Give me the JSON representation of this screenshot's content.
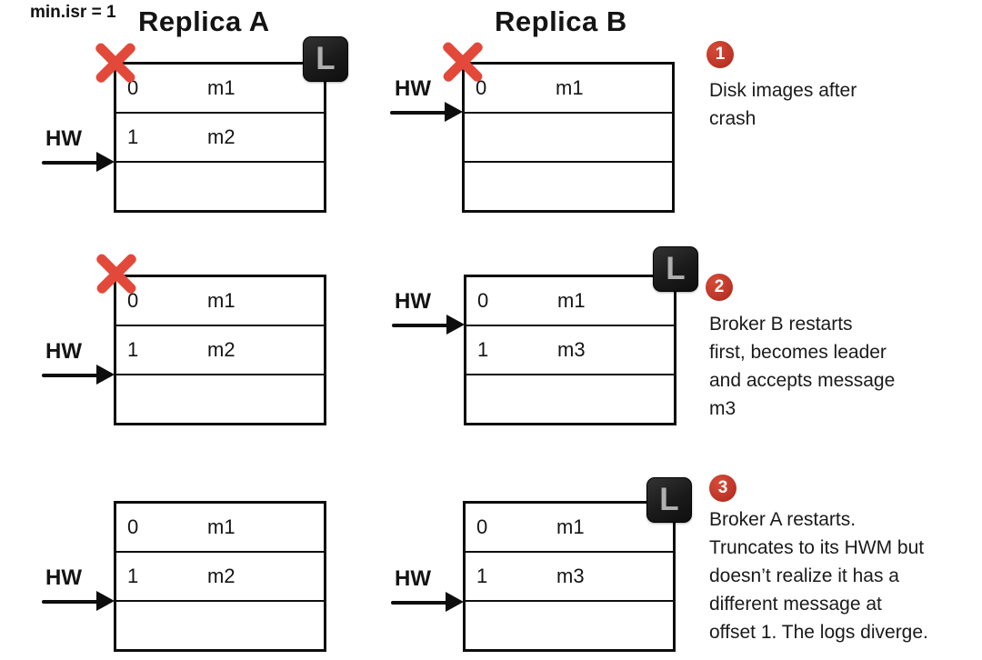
{
  "header": {
    "config_label": "min.isr = 1",
    "replica_a_title": "Replica A",
    "replica_b_title": "Replica B"
  },
  "labels": {
    "hw": "HW",
    "leader_badge": "L"
  },
  "colors": {
    "crash_red": "#e2493a",
    "step_badge_red": "#c0392b",
    "leader_badge_dark": "#1a1a1a",
    "line_black": "#0d0d0d"
  },
  "stages": [
    {
      "number": "1",
      "note_lines": [
        "Disk images after",
        "crash"
      ],
      "replica_a": {
        "crashed": true,
        "is_leader": true,
        "hw_after_offset": "1",
        "rows": [
          {
            "offset": "0",
            "message": "m1"
          },
          {
            "offset": "1",
            "message": "m2"
          },
          {
            "offset": "",
            "message": ""
          }
        ]
      },
      "replica_b": {
        "crashed": true,
        "is_leader": false,
        "hw_after_offset": "0",
        "rows": [
          {
            "offset": "0",
            "message": "m1"
          },
          {
            "offset": "",
            "message": ""
          },
          {
            "offset": "",
            "message": ""
          }
        ]
      }
    },
    {
      "number": "2",
      "note_lines": [
        "Broker B restarts",
        "first, becomes leader",
        "and accepts message",
        "m3"
      ],
      "replica_a": {
        "crashed": true,
        "is_leader": false,
        "hw_after_offset": "1",
        "rows": [
          {
            "offset": "0",
            "message": "m1"
          },
          {
            "offset": "1",
            "message": "m2"
          },
          {
            "offset": "",
            "message": ""
          }
        ]
      },
      "replica_b": {
        "crashed": false,
        "is_leader": true,
        "hw_after_offset": "0",
        "rows": [
          {
            "offset": "0",
            "message": "m1"
          },
          {
            "offset": "1",
            "message": "m3"
          },
          {
            "offset": "",
            "message": ""
          }
        ]
      }
    },
    {
      "number": "3",
      "note_lines": [
        "Broker A restarts.",
        "Truncates to its HWM but",
        "doesn’t realize it has a",
        "different message at",
        "offset 1. The logs diverge."
      ],
      "replica_a": {
        "crashed": false,
        "is_leader": false,
        "hw_after_offset": "1",
        "rows": [
          {
            "offset": "0",
            "message": "m1"
          },
          {
            "offset": "1",
            "message": "m2"
          },
          {
            "offset": "",
            "message": ""
          }
        ]
      },
      "replica_b": {
        "crashed": false,
        "is_leader": true,
        "hw_after_offset": "1",
        "rows": [
          {
            "offset": "0",
            "message": "m1"
          },
          {
            "offset": "1",
            "message": "m3"
          },
          {
            "offset": "",
            "message": ""
          }
        ]
      }
    }
  ]
}
